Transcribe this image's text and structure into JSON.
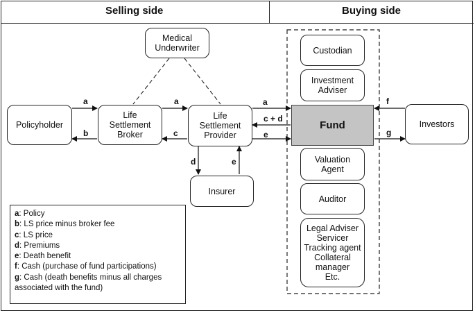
{
  "headers": {
    "selling": "Selling side",
    "buying": "Buying side"
  },
  "nodes": {
    "medical_underwriter": [
      "Medical",
      "Underwriter"
    ],
    "policyholder": "Policyholder",
    "broker": [
      "Life",
      "Settlement",
      "Broker"
    ],
    "provider": [
      "Life",
      "Settlement",
      "Provider"
    ],
    "insurer": "Insurer",
    "fund": "Fund",
    "investors": "Investors",
    "custodian": "Custodian",
    "investment_adviser": [
      "Investment",
      "Adviser"
    ],
    "valuation_agent": [
      "Valuation",
      "Agent"
    ],
    "auditor": "Auditor",
    "others": [
      "Legal Adviser",
      "Servicer",
      "Tracking agent",
      "Collateral",
      "manager",
      "Etc."
    ]
  },
  "arrow_labels": {
    "ph_broker_top": "a",
    "ph_broker_bottom": "b",
    "broker_provider_top": "a",
    "broker_provider_bottom": "c",
    "provider_fund_top": "a",
    "provider_fund_mid": "c + d",
    "provider_fund_bottom": "e",
    "provider_insurer_down": "d",
    "insurer_provider_up": "e",
    "investors_fund": "f",
    "fund_investors": "g"
  },
  "legend": [
    {
      "key": "a",
      "text": ": Policy"
    },
    {
      "key": "b",
      "text": ": LS price minus broker fee"
    },
    {
      "key": "c",
      "text": ": LS price"
    },
    {
      "key": "d",
      "text": ": Premiums"
    },
    {
      "key": "e",
      "text": ": Death benefit"
    },
    {
      "key": "f",
      "text": ": Cash (purchase of fund participations)"
    },
    {
      "key": "g",
      "text": ": Cash (death benefits minus all charges associated with the fund)"
    }
  ]
}
